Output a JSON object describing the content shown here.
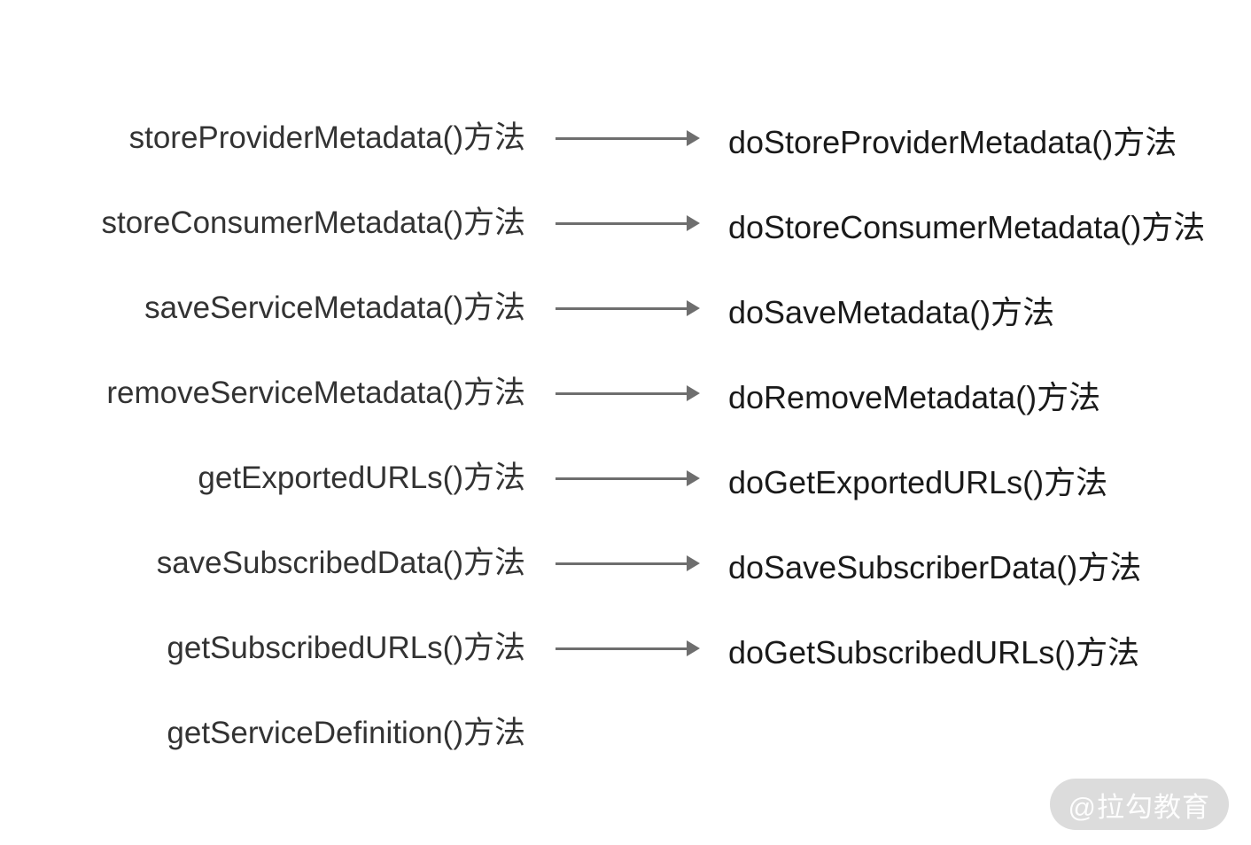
{
  "theme": {
    "page_bg": "#ffffff",
    "left_text_color": "#333333",
    "right_text_color": "#1a1a1a",
    "arrow_color": "#6e6e6e",
    "watermark_bg": "#dcdcdc",
    "watermark_text": "#fdfdfd"
  },
  "diagram": {
    "rows": [
      {
        "source": "storeProviderMetadata()方法",
        "target": "doStoreProviderMetadata()方法",
        "has_arrow": true
      },
      {
        "source": "storeConsumerMetadata()方法",
        "target": "doStoreConsumerMetadata()方法",
        "has_arrow": true
      },
      {
        "source": "saveServiceMetadata()方法",
        "target": "doSaveMetadata()方法",
        "has_arrow": true
      },
      {
        "source": "removeServiceMetadata()方法",
        "target": "doRemoveMetadata()方法",
        "has_arrow": true
      },
      {
        "source": "getExportedURLs()方法",
        "target": "doGetExportedURLs()方法",
        "has_arrow": true
      },
      {
        "source": "saveSubscribedData()方法",
        "target": "doSaveSubscriberData()方法",
        "has_arrow": true
      },
      {
        "source": "getSubscribedURLs()方法",
        "target": "doGetSubscribedURLs()方法",
        "has_arrow": true
      },
      {
        "source": "getServiceDefinition()方法",
        "target": "",
        "has_arrow": false
      }
    ]
  },
  "watermark": {
    "label": "@拉勾教育"
  }
}
